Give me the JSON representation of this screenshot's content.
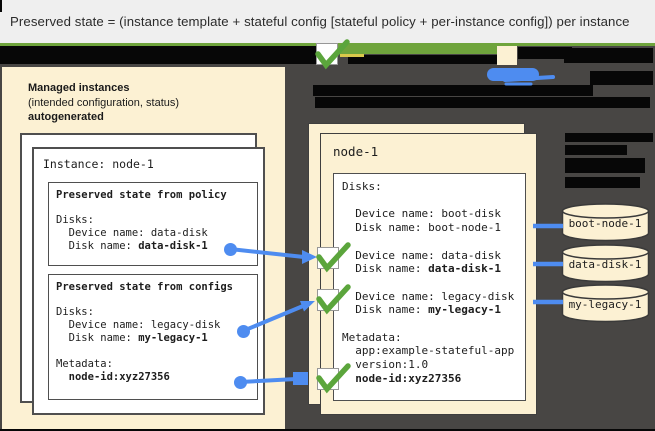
{
  "header": {
    "title": "Preserved state = (instance template + stateful config [stateful policy + per-instance config]) per instance"
  },
  "colors": {
    "green": "#6fa43c",
    "check": "#5ba53c",
    "blue": "#4e8cf0",
    "cream": "#fcf1d3",
    "dark_bg": "#484644",
    "redaction": "#070707",
    "header_bg": "#efefef"
  },
  "left_panel": {
    "caption_line1": "Managed instances",
    "caption_line2": "(intended configuration, status)",
    "caption_line3": "autogenerated",
    "instance_label": "Instance: node-1",
    "policy_box": {
      "title": "Preserved state from policy",
      "lines": [
        [],
        [
          {
            "t": "Disks:"
          }
        ],
        [
          {
            "t": "  Device name: data-disk"
          }
        ],
        [
          {
            "t": "  Disk name: "
          },
          {
            "t": "data-disk-1",
            "b": 1
          }
        ]
      ]
    },
    "configs_box": {
      "title": "Preserved state from configs",
      "lines": [
        [],
        [
          {
            "t": "Disks:"
          }
        ],
        [
          {
            "t": "  Device name: legacy-disk"
          }
        ],
        [
          {
            "t": "  Disk name: "
          },
          {
            "t": "my-legacy-1",
            "b": 1
          }
        ],
        [],
        [
          {
            "t": "Metadata:"
          }
        ],
        [
          {
            "t": "  "
          },
          {
            "t": "node-id:xyz27356",
            "b": 1
          }
        ]
      ]
    }
  },
  "right_panel": {
    "title": "node-1",
    "lines": [
      [
        {
          "t": "Disks:"
        }
      ],
      [],
      [
        {
          "t": "  Device name: boot-disk"
        }
      ],
      [
        {
          "t": "  Disk name: boot-node-1"
        }
      ],
      [],
      [
        {
          "t": "  Device name: data-disk"
        }
      ],
      [
        {
          "t": "  Disk name: "
        },
        {
          "t": "data-disk-1",
          "b": 1
        }
      ],
      [],
      [
        {
          "t": "  Device name: legacy-disk"
        }
      ],
      [
        {
          "t": "  Disk name: "
        },
        {
          "t": "my-legacy-1",
          "b": 1
        }
      ],
      [],
      [
        {
          "t": "Metadata:"
        }
      ],
      [
        {
          "t": "  app:example-stateful-app"
        }
      ],
      [
        {
          "t": "  version:1.0"
        }
      ],
      [
        {
          "t": "  "
        },
        {
          "t": "node-id:xyz27356",
          "b": 1
        }
      ]
    ]
  },
  "disks": [
    "boot-node-1",
    "data-disk-1",
    "my-legacy-1"
  ]
}
